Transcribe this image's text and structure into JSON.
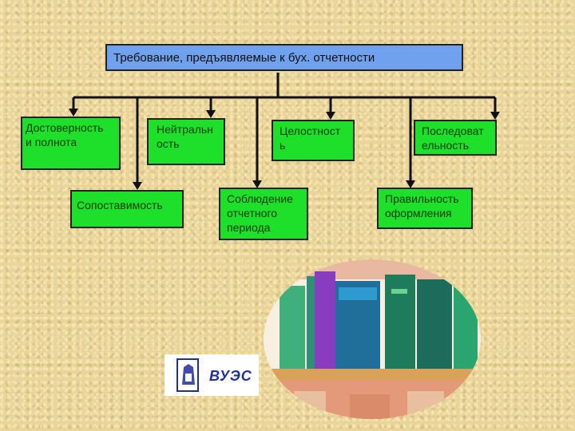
{
  "diagram": {
    "root": "Требование, предъявляемые к бух. отчетности",
    "nodes": [
      {
        "id": "n1",
        "label": "Достоверность\nи полнота"
      },
      {
        "id": "n2",
        "label": "Нейтральн\nость"
      },
      {
        "id": "n3",
        "label": "Целостност\nь"
      },
      {
        "id": "n4",
        "label": "Последоват\nельность"
      },
      {
        "id": "n5",
        "label": "Сопоставимость"
      },
      {
        "id": "n6",
        "label": "Соблюдение\nотчетного\nпериода"
      },
      {
        "id": "n7",
        "label": "Правильность\nоформления"
      }
    ]
  },
  "logo": {
    "text": "ВУЭС"
  },
  "colors": {
    "background": "#e9d49a",
    "root_fill": "#6fa1ef",
    "node_fill": "#1ee02a",
    "line": "#111111"
  },
  "icons": [
    "books-illustration",
    "university-logo-icon"
  ]
}
